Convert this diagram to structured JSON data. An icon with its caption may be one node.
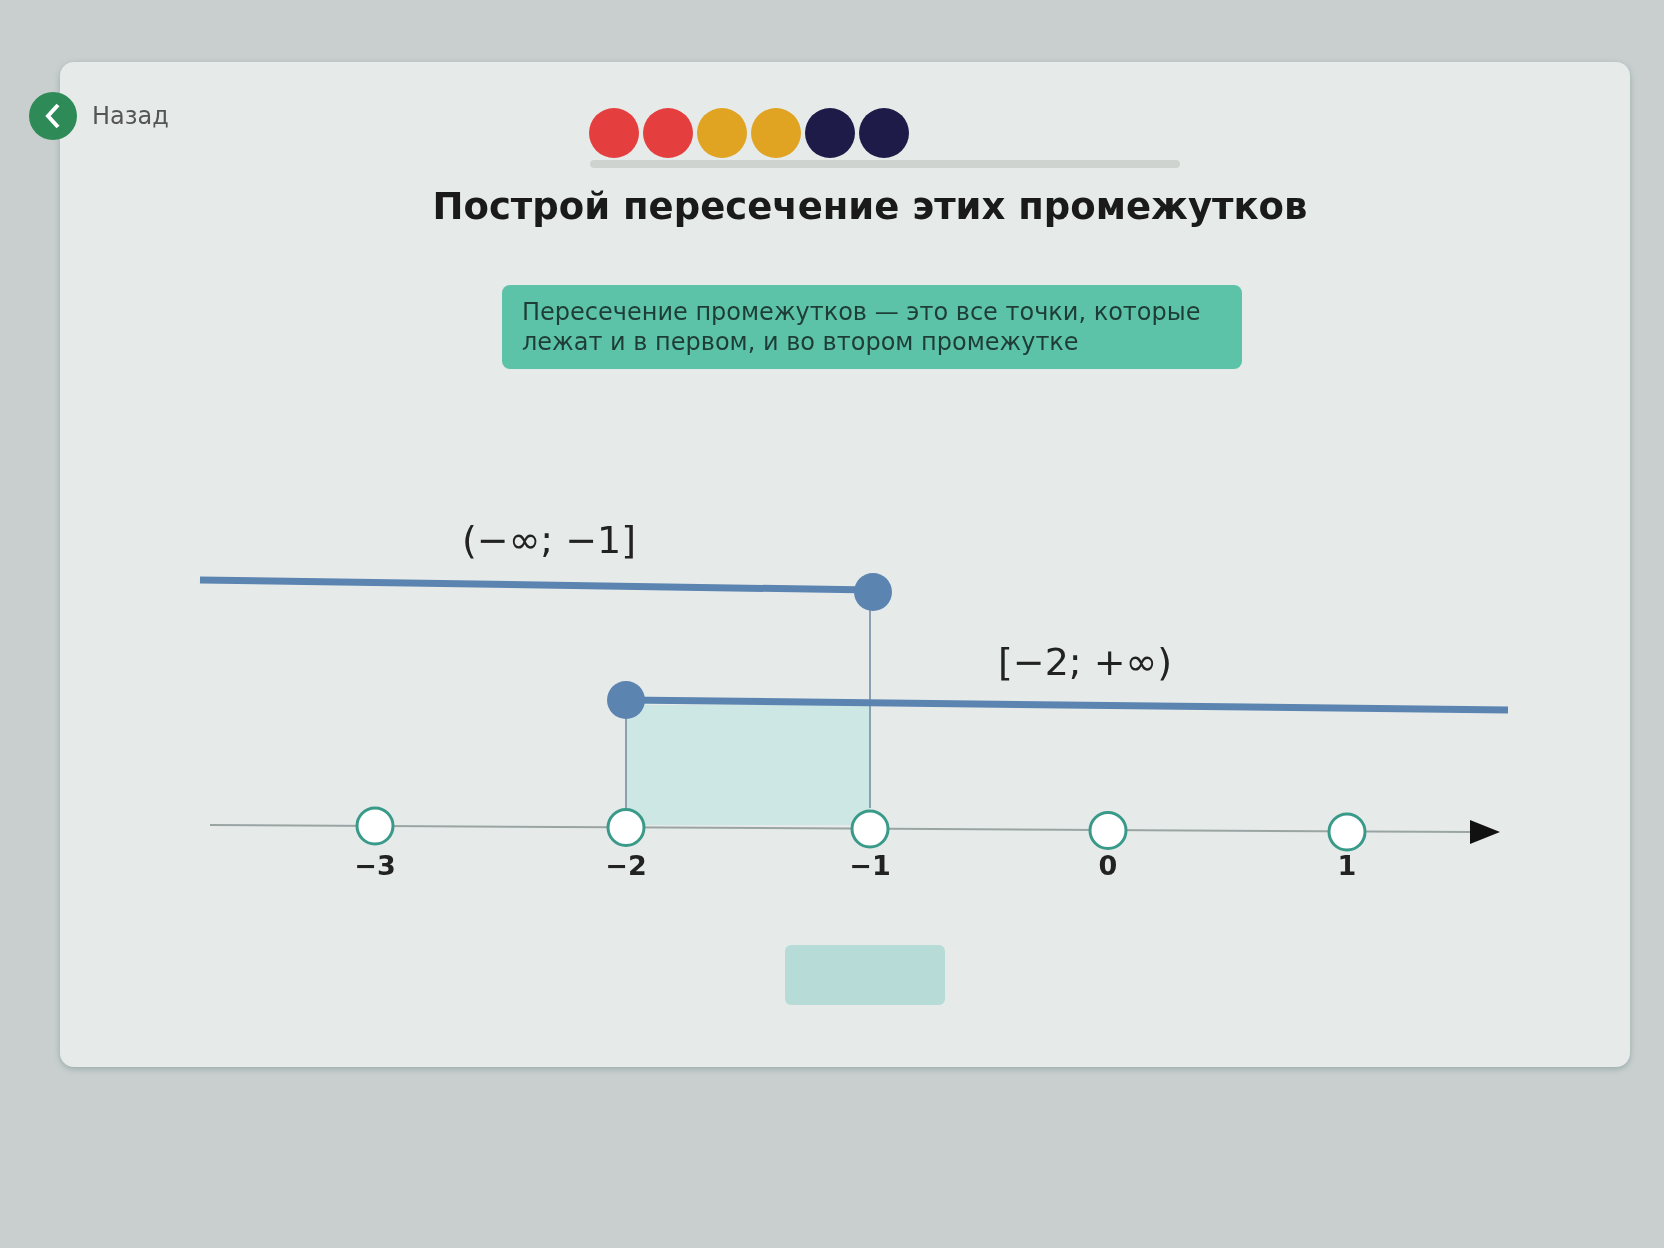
{
  "diagram": {
    "title": "Построй пересечение этих промежутков",
    "labels": [
      "Назад",
      "Пересечение промежутков — это все точки, которые лежат и в первом, и во втором промежутке",
      "(−∞; −1]",
      "[−2; +∞)",
      "−3",
      "−2",
      "−1",
      "0",
      "1"
    ]
  }
}
